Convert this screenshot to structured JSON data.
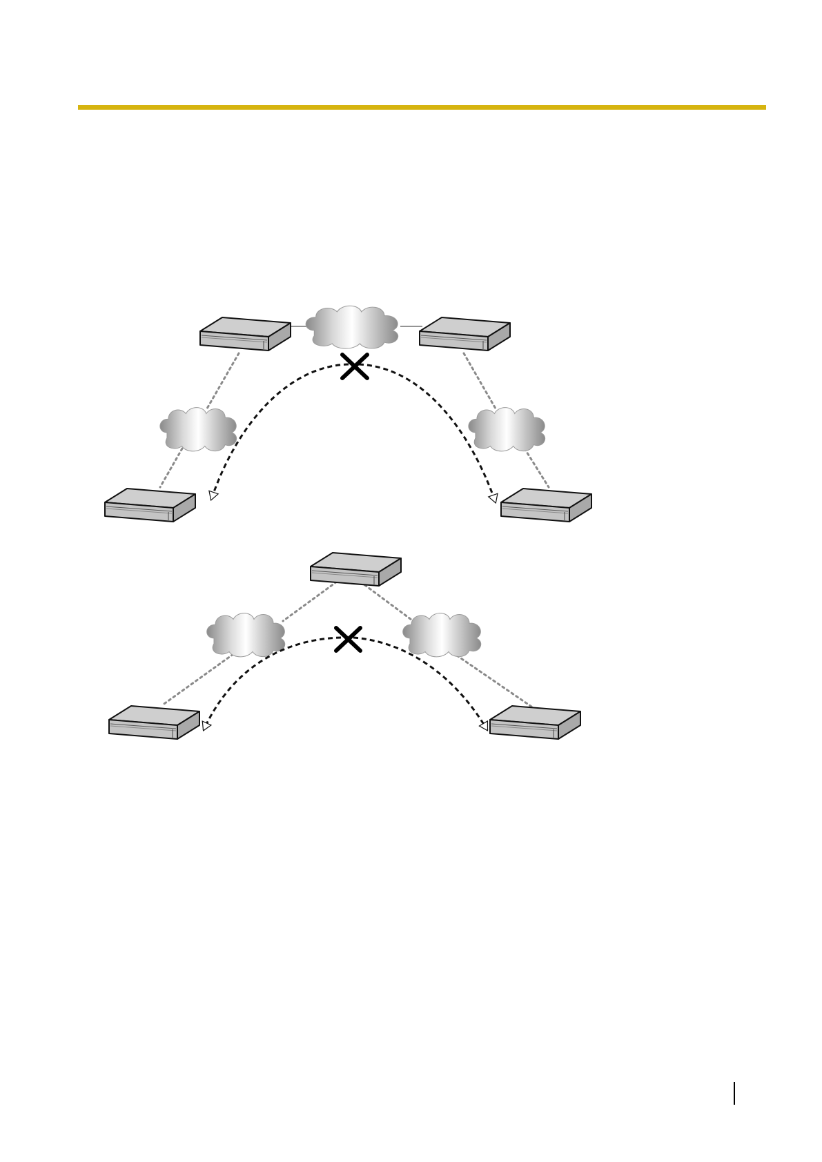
{
  "colors": {
    "header_rule": "#d6b40f",
    "device_top": "#cfcfcf",
    "device_front": "#c2c2c2",
    "device_side": "#a9a9a9",
    "device_outline": "#111111",
    "cloud_light": "#ffffff",
    "cloud_dark": "#8a8a8a",
    "dotted_link": "#8a8a8a",
    "dashed_arrow": "#111111",
    "block_mark": "#000000",
    "page_marker": "#000000"
  },
  "icons": {
    "device": "network-device-box-icon",
    "cloud": "network-cloud-icon",
    "block": "blocked-cross-icon"
  },
  "diagrams": [
    {
      "name": "diagram-top",
      "devices": 4,
      "clouds": 3,
      "blocked_path": true
    },
    {
      "name": "diagram-bottom",
      "devices": 3,
      "clouds": 2,
      "blocked_path": true
    }
  ]
}
